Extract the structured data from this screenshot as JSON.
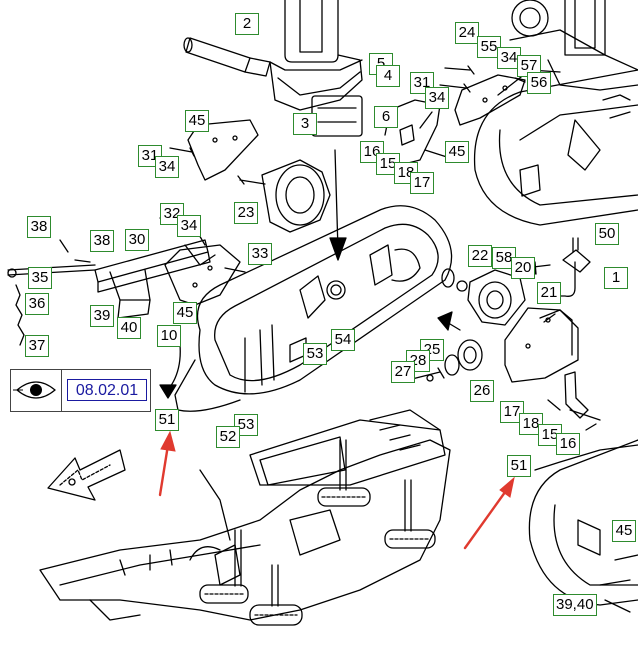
{
  "reference_box": {
    "code": "08.02.01"
  },
  "callouts": {
    "c1": "1",
    "c2": "2",
    "c3": "3",
    "c4": "4",
    "c5": "5",
    "c6": "6",
    "c10": "10",
    "c15a": "15",
    "c15b": "15",
    "c16a": "16",
    "c16b": "16",
    "c17a": "17",
    "c17b": "17",
    "c18a": "18",
    "c18b": "18",
    "c20": "20",
    "c21": "21",
    "c22": "22",
    "c23": "23",
    "c24": "24",
    "c25": "25",
    "c26": "26",
    "c27": "27",
    "c28": "28",
    "c30": "30",
    "c31a": "31",
    "c31b": "31",
    "c32": "32",
    "c33": "33",
    "c34a": "34",
    "c34b": "34",
    "c34c": "34",
    "c34d": "34",
    "c35": "35",
    "c36": "36",
    "c37": "37",
    "c38a": "38",
    "c38b": "38",
    "c39": "39",
    "c3940": "39,40",
    "c40": "40",
    "c45a": "45",
    "c45b": "45",
    "c45c": "45",
    "c45d": "45",
    "c50": "50",
    "c51a": "51",
    "c51b": "51",
    "c52": "52",
    "c53a": "53",
    "c53b": "53",
    "c54": "54",
    "c55": "55",
    "c56": "56",
    "c57": "57",
    "c58": "58"
  },
  "colors": {
    "callout_border": "#2e8b2e",
    "arrow": "#e03a2f",
    "ref_text": "#1a1aa0",
    "line": "#000000"
  },
  "icons": {
    "view": "eye-icon",
    "direction": "direction-arrow-icon",
    "pointer": "red-arrow-icon"
  }
}
